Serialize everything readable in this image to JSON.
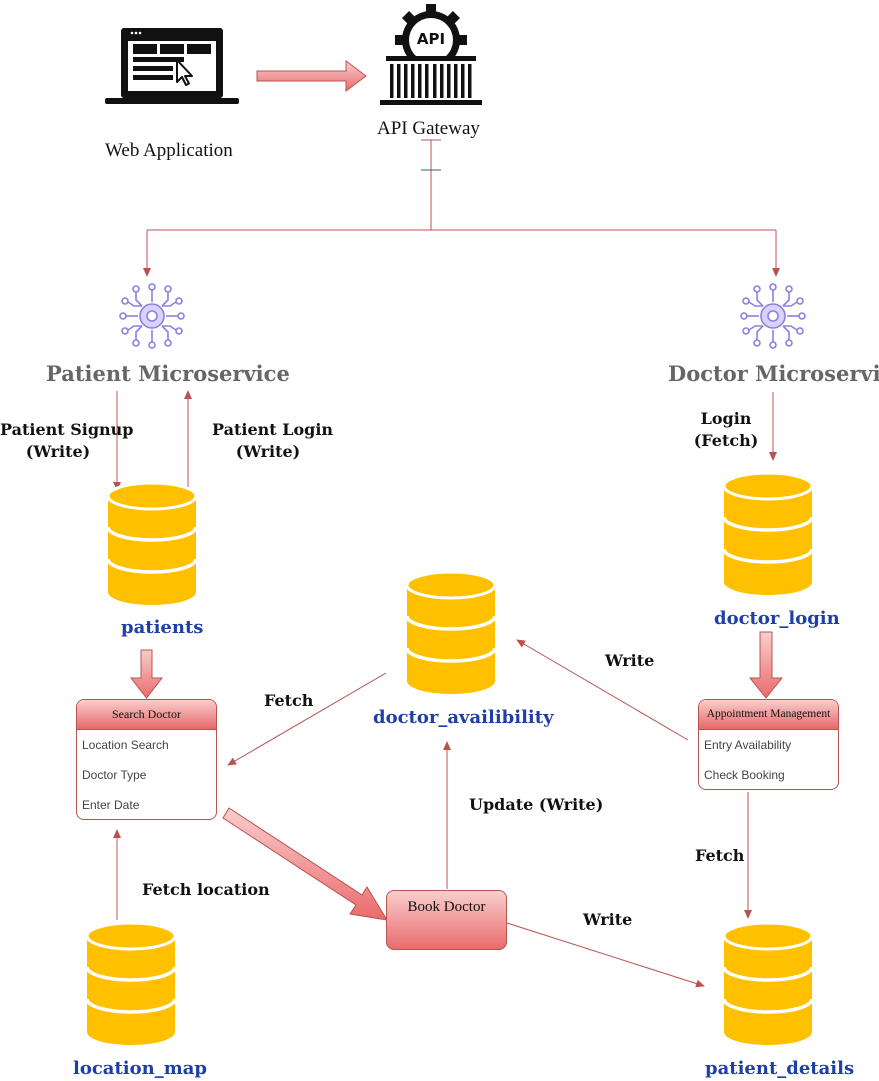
{
  "nodes": {
    "web_app": "Web Application",
    "api_gateway": "API Gateway",
    "api_badge": "API",
    "patient_service": "Patient Microservice",
    "doctor_service": "Doctor Microservice"
  },
  "databases": {
    "patients": "patients",
    "doctor_login": "doctor_login",
    "doctor_availibility": "doctor_availibility",
    "location_map": "location_map",
    "patient_details": "patient_details"
  },
  "edges": {
    "patient_signup": [
      "Patient Signup",
      "(Write)"
    ],
    "patient_login": [
      "Patient Login",
      "(Write)"
    ],
    "doctor_login": [
      "Login",
      "(Fetch)"
    ],
    "fetch_availability": "Fetch",
    "write_availability": "Write",
    "update_write": "Update (Write)",
    "fetch_location": "Fetch location",
    "fetch_booking": "Fetch",
    "write_booking": "Write"
  },
  "search_doctor": {
    "title": "Search Doctor",
    "rows": [
      "Location Search",
      "Doctor Type",
      "Enter Date"
    ]
  },
  "appointment_management": {
    "title": "Appointment Management",
    "rows": [
      "Entry Availability",
      "Check Booking"
    ]
  },
  "book_doctor": "Book Doctor",
  "colors": {
    "database": "#ffc000",
    "connector": "#b85450",
    "db_label": "#1f3fa8",
    "service_label": "#666666",
    "gear_icon": "#8f7fe0"
  }
}
